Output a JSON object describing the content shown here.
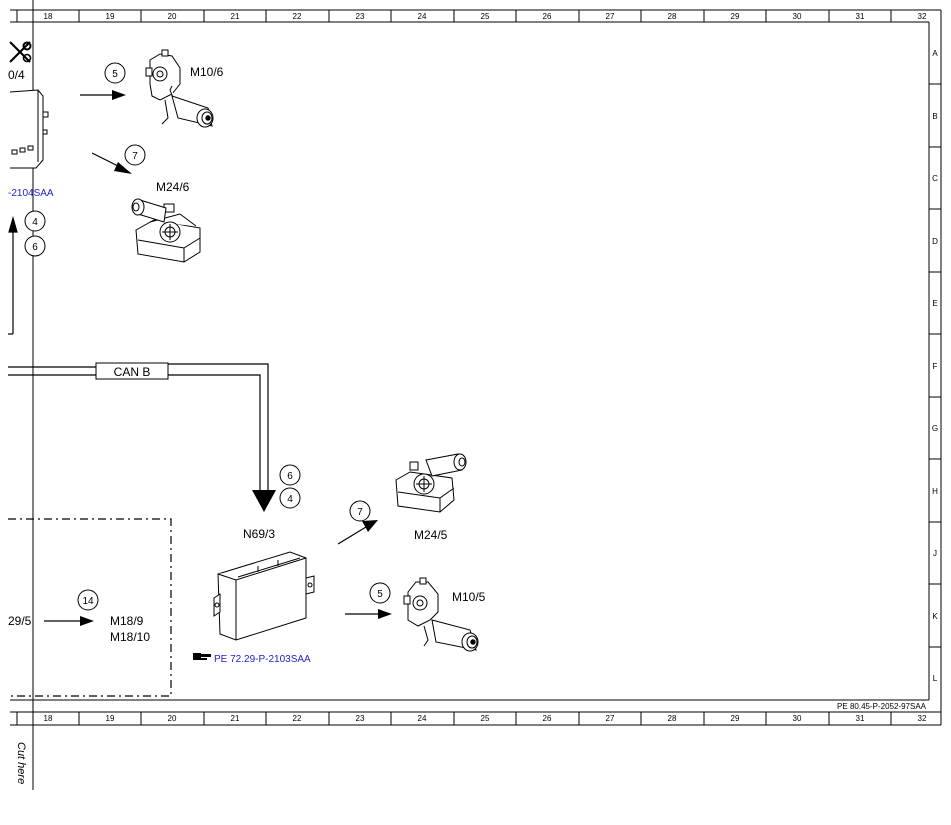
{
  "ruler": {
    "columns": [
      "18",
      "19",
      "20",
      "21",
      "22",
      "23",
      "24",
      "25",
      "26",
      "27",
      "28",
      "29",
      "30",
      "31",
      "32"
    ],
    "rows": [
      "A",
      "B",
      "C",
      "D",
      "E",
      "F",
      "G",
      "H",
      "J",
      "K",
      "L"
    ]
  },
  "bus_label": "CAN B",
  "components": {
    "m10_6": "M10/6",
    "m24_6": "M24/6",
    "n69_3": "N69/3",
    "m24_5": "M24/5",
    "m10_5": "M10/5",
    "m18_9": "M18/9",
    "m18_10": "M18/10"
  },
  "callouts": {
    "c5_top": "5",
    "c7_top": "7",
    "c4_left": "4",
    "c6_left": "6",
    "c6_mid": "6",
    "c4_mid": "4",
    "c7_mid": "7",
    "c5_mid": "5",
    "c14": "14"
  },
  "fragments": {
    "top_left": "0/4",
    "ref_left": "-2104SAA",
    "bottom_left": "29/5"
  },
  "references": {
    "n69_ref": "PE 72.29-P-2103SAA",
    "sheet_id": "PE 80.45-P-2052-97SAA"
  },
  "cut_label": "Cut here",
  "colors": {
    "line": "#000000",
    "reference_link": "#2222cc"
  }
}
